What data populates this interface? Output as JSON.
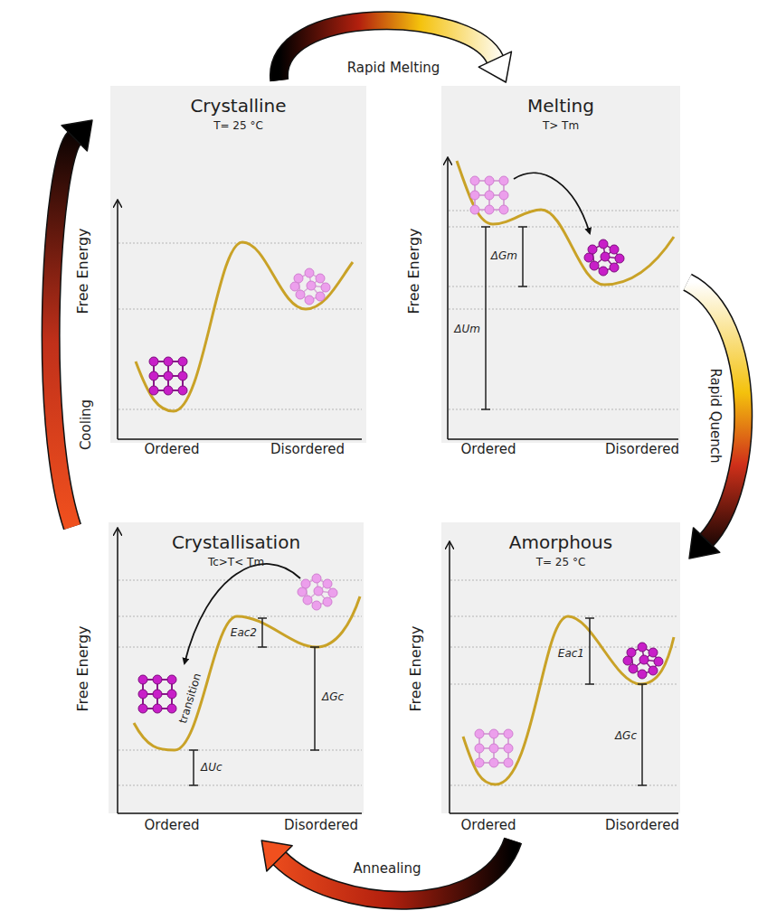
{
  "diagram": {
    "nodes": [
      {
        "text": [
          "Crystalline",
          "T= 25 °C"
        ]
      },
      {
        "text": [
          "Melting",
          "T> Tm"
        ]
      },
      {
        "text": [
          "Crystallisation",
          "Tc>T< Tm"
        ]
      },
      {
        "text": [
          "Amorphous",
          "T= 25 °C"
        ]
      }
    ],
    "edges": [
      {
        "from": 0,
        "to": 1,
        "label": "Rapid Melting",
        "arrow": "to"
      },
      {
        "from": 1,
        "to": 3,
        "label": "Rapid Quench",
        "arrow": "to"
      },
      {
        "from": 3,
        "to": 2,
        "label": "Annealing",
        "arrow": "to"
      },
      {
        "from": 2,
        "to": 0,
        "label": "Cooling",
        "arrow": "to"
      }
    ],
    "labels": [
      "Free Energy",
      "Ordered",
      "Disordered",
      "Free Energy",
      "Ordered",
      "Disordered",
      "ΔGm",
      "ΔUm",
      "Free Energy",
      "transition",
      "Eac2",
      "ΔGc",
      "ΔUc",
      "Ordered",
      "Disordered",
      "Free Energy",
      "Eac1",
      "ΔGc",
      "Ordered",
      "Disordered"
    ]
  }
}
